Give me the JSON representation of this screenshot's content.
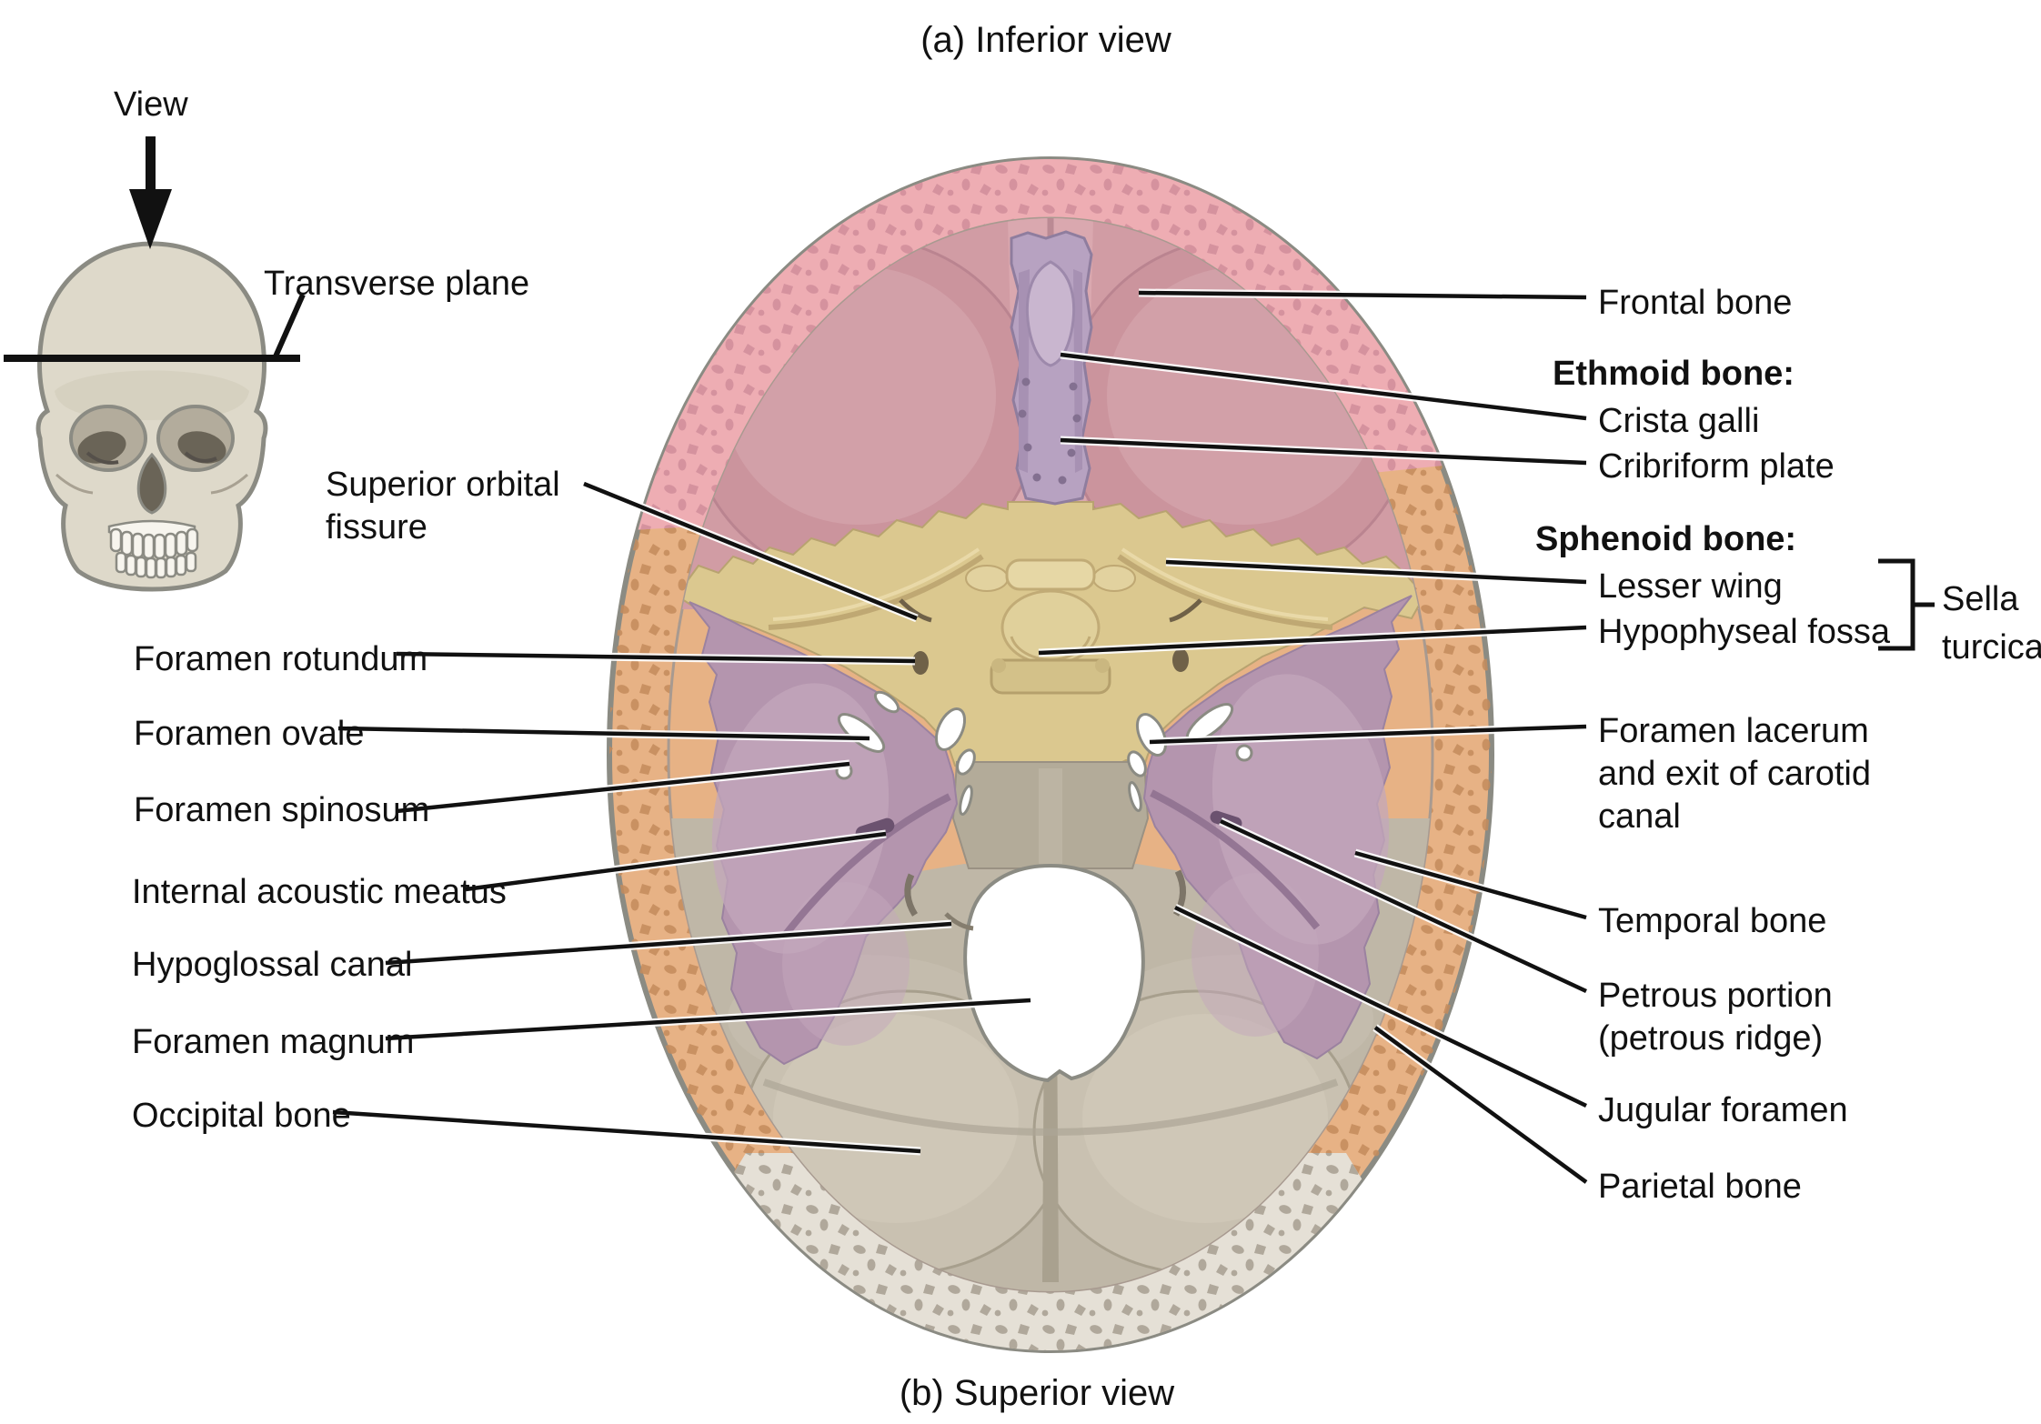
{
  "titles": {
    "top": "(a) Inferior view",
    "bottom": "(b) Superior view"
  },
  "inset": {
    "view": "View",
    "plane": "Transverse plane"
  },
  "left_labels": [
    {
      "id": "superior-orbital-fissure",
      "text": "Superior orbital\nfissure"
    },
    {
      "id": "foramen-rotundum",
      "text": "Foramen rotundum"
    },
    {
      "id": "foramen-ovale",
      "text": "Foramen ovale"
    },
    {
      "id": "foramen-spinosum",
      "text": "Foramen spinosum"
    },
    {
      "id": "internal-acoustic-meatus",
      "text": "Internal acoustic meatus"
    },
    {
      "id": "hypoglossal-canal",
      "text": "Hypoglossal canal"
    },
    {
      "id": "foramen-magnum",
      "text": "Foramen magnum"
    },
    {
      "id": "occipital-bone",
      "text": "Occipital bone"
    }
  ],
  "right_labels": [
    {
      "id": "frontal-bone",
      "text": "Frontal bone"
    },
    {
      "id": "ethmoid-header",
      "text": "Ethmoid bone:"
    },
    {
      "id": "crista-galli",
      "text": "Crista galli"
    },
    {
      "id": "cribriform-plate",
      "text": "Cribriform plate"
    },
    {
      "id": "sphenoid-header",
      "text": "Sphenoid bone:"
    },
    {
      "id": "lesser-wing",
      "text": "Lesser wing"
    },
    {
      "id": "hypophyseal-fossa",
      "text": "Hypophyseal fossa"
    },
    {
      "id": "foramen-lacerum",
      "text": "Foramen lacerum\nand exit of carotid\ncanal"
    },
    {
      "id": "temporal-bone",
      "text": "Temporal bone"
    },
    {
      "id": "petrous-portion",
      "text": "Petrous portion\n(petrous ridge)"
    },
    {
      "id": "jugular-foramen",
      "text": "Jugular foramen"
    },
    {
      "id": "parietal-bone",
      "text": "Parietal bone"
    }
  ],
  "sella_label": "Sella\nturcica",
  "colors": {
    "frontal_ring_pink": "#eeadb3",
    "anterior_fossa_pink": "#cb949d",
    "ethmoid_lilac": "#b7a2c1",
    "sphenoid_khaki": "#dbc88f",
    "temporal_purple": "#b495ae",
    "petrous_ridge_purple": "#8f7190",
    "occipital_gray": "#bfb7a7",
    "parietal_orange": "#e7b285",
    "trabecular_cream": "#e5e0d6",
    "outline_gray": "#8b8b83",
    "leader_line": "#111111"
  }
}
